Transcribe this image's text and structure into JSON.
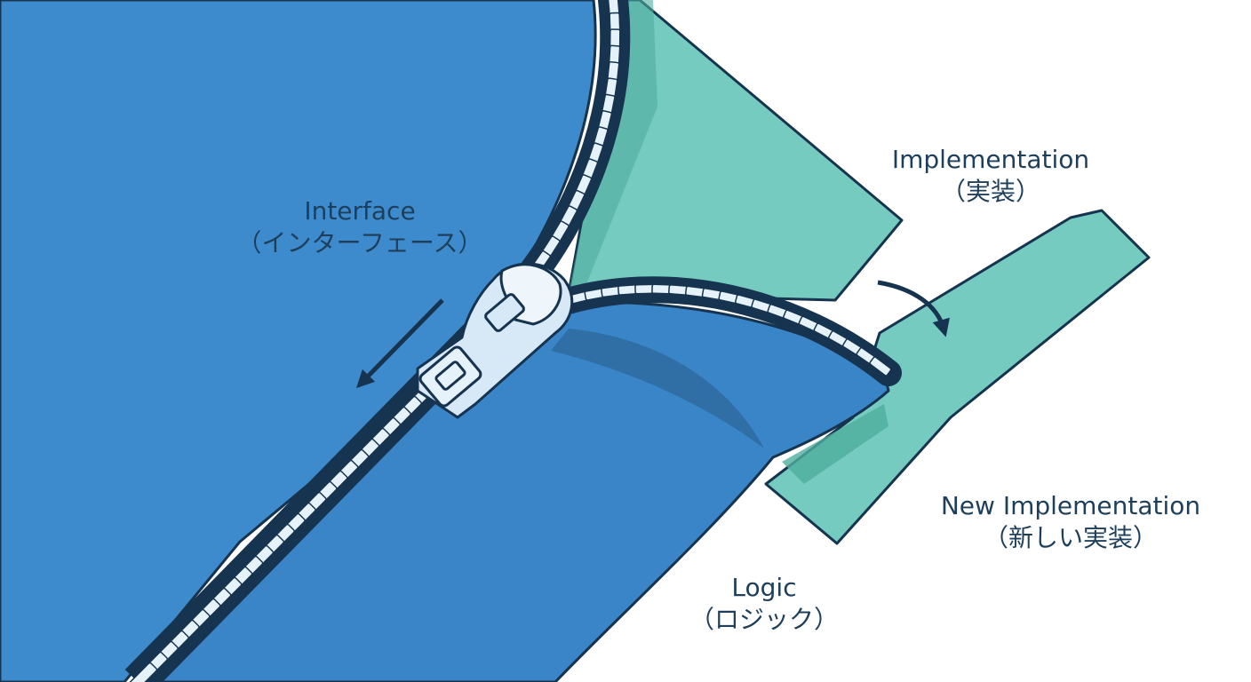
{
  "labels": {
    "interface": {
      "en": "Interface",
      "ja": "（インターフェース）"
    },
    "implementation": {
      "en": "Implementation",
      "ja": "（実装）"
    },
    "new_implementation": {
      "en": "New Implementation",
      "ja": "（新しい実装）"
    },
    "logic": {
      "en": "Logic",
      "ja": "（ロジック）"
    }
  },
  "colors": {
    "interface_blue": "#3d8bcd",
    "logic_blue": "#3a85c8",
    "shadow_blue": "#2f6fa6",
    "implementation_teal": "#76cbc0",
    "teal_shadow": "#4fae9e",
    "outline": "#16344f",
    "zipper_tooth": "#e6f2fa",
    "slider": "#d7e9f6",
    "label_text": "#1e3f5c"
  },
  "icons": [
    "zipper-slider-icon",
    "arrow-down-left-icon",
    "arrow-curved-right-icon"
  ]
}
